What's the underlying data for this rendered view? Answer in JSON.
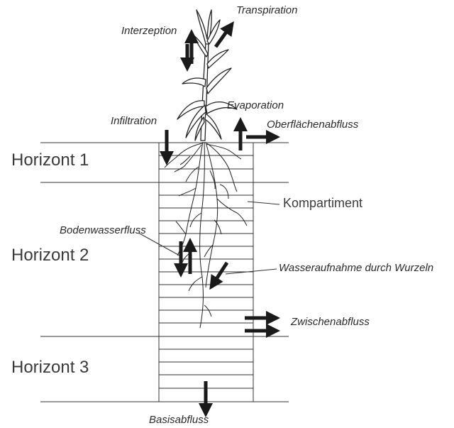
{
  "horizons": [
    "Horizont 1",
    "Horizont 2",
    "Horizont 3"
  ],
  "labels": {
    "transpiration": "Transpiration",
    "interception": "Interzeption",
    "infiltration": "Infiltration",
    "evaporation": "Evaporation",
    "surface_runoff": "Oberflächenabfluss",
    "compartment": "Kompartiment",
    "soil_water_flow": "Bodenwasserfluss",
    "root_uptake": "Wasseraufnahme durch Wurzeln",
    "interflow": "Zwischenabfluss",
    "baseflow": "Basisabfluss"
  },
  "colors": {
    "ink": "#1a1a1a",
    "line": "#333333"
  }
}
